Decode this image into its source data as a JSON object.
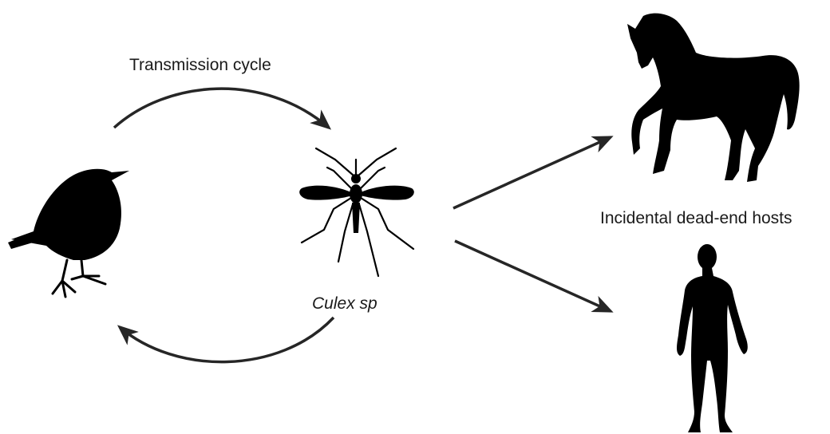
{
  "labels": {
    "cycle": "Transmission cycle",
    "vector": "Culex sp",
    "hosts": "Incidental dead-end hosts"
  },
  "colors": {
    "ink": "#000000",
    "arrow": "#262626"
  },
  "icons": [
    "bird-icon",
    "mosquito-icon",
    "horse-icon",
    "human-icon"
  ]
}
